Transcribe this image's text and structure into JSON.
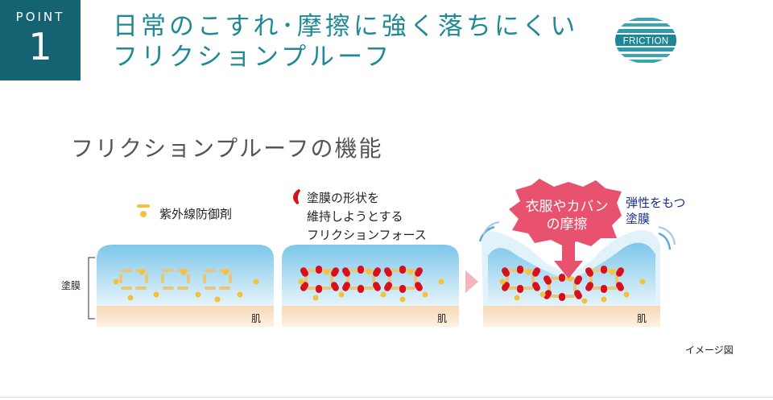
{
  "badge": {
    "word": "POINT",
    "number": "1"
  },
  "headline": {
    "line1": "日常のこすれ･摩擦に強く落ちにくい",
    "line2": "フリクションプルーフ"
  },
  "logo": {
    "text": "FRICTION"
  },
  "section_title": "フリクションプルーフの機能",
  "legend": {
    "uv_agent": "紫外線防御剤",
    "friction_force": [
      "塗膜の形状を",
      "維持しようとする",
      "フリクションフォース"
    ]
  },
  "labels": {
    "coating": "塗膜",
    "skin": "肌",
    "image_note": "イメージ図"
  },
  "callout": [
    "衣服やカバン",
    "の摩擦"
  ],
  "elastic": [
    "弾性をもつ",
    "塗膜"
  ],
  "colors": {
    "badge_bg": "#146272",
    "headline": "#1f8a96",
    "callout_bg": "#e8526e",
    "friction_red": "#d8101d",
    "uv_yellow": "#f2c23c",
    "coating_top": "#7ec7ea",
    "coating_bottom": "#e9f5fb",
    "skin": "#f9e0c4",
    "elastic_text": "#1b2f8a",
    "arrow_pink": "#f3b5c0"
  }
}
